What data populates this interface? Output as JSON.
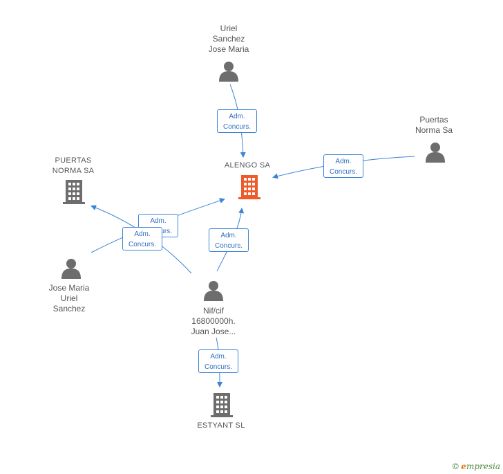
{
  "nodes": {
    "alengo": {
      "label": "ALENGO SA",
      "kind": "company",
      "color": "#ef5a28"
    },
    "uriel_top": {
      "label": "Uriel\nSanchez\nJose Maria",
      "kind": "person"
    },
    "puertas_person": {
      "label": "Puertas\nNorma Sa",
      "kind": "person"
    },
    "puertas_company": {
      "label": "PUERTAS\nNORMA SA",
      "kind": "company"
    },
    "jose_maria": {
      "label": "Jose Maria\nUriel\nSanchez",
      "kind": "person"
    },
    "nif": {
      "label": "Nif/cif\n16800000h.\nJuan Jose...",
      "kind": "person"
    },
    "estyant": {
      "label": "ESTYANT  SL",
      "kind": "company"
    }
  },
  "edges": [
    {
      "id": "e1",
      "label": "Adm.\nConcurs."
    },
    {
      "id": "e2",
      "label": "Adm.\nConcurs."
    },
    {
      "id": "e3",
      "label": "Adm.\nConcurs."
    },
    {
      "id": "e4",
      "label": "Adm.\nConcurs."
    },
    {
      "id": "e5",
      "label": "Adm.\nConcurs."
    },
    {
      "id": "e6",
      "label": "Adm.\nConcurs."
    }
  ],
  "colors": {
    "edge": "#3b84d6",
    "icon": "#6d6d6d",
    "highlight": "#ef5a28"
  },
  "watermark": {
    "symbol": "©",
    "brand_initial": "e",
    "brand_rest": "mpresia"
  }
}
